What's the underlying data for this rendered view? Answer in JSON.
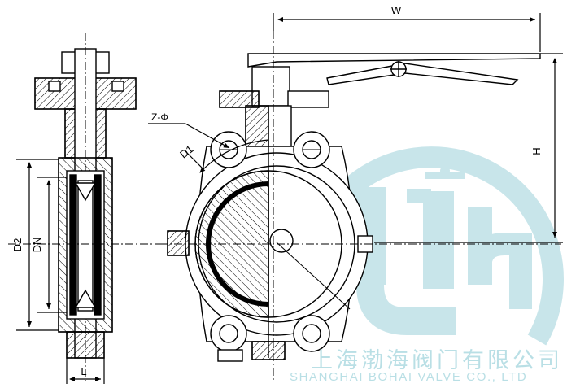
{
  "dimensions": {
    "w": "W",
    "h": "H",
    "d1": "D1",
    "d2": "D2",
    "dn": "DN",
    "l": "L",
    "bolt_holes": "Z-Φ"
  },
  "watermark": {
    "company_cn": "上海渤海阀门有限公司",
    "company_en": "SHANGHAI BOHAI VALVE CO., LTD",
    "color": "#b9dfe5"
  },
  "colors": {
    "line": "#000000",
    "hatch": "#000000",
    "background": "#ffffff"
  }
}
